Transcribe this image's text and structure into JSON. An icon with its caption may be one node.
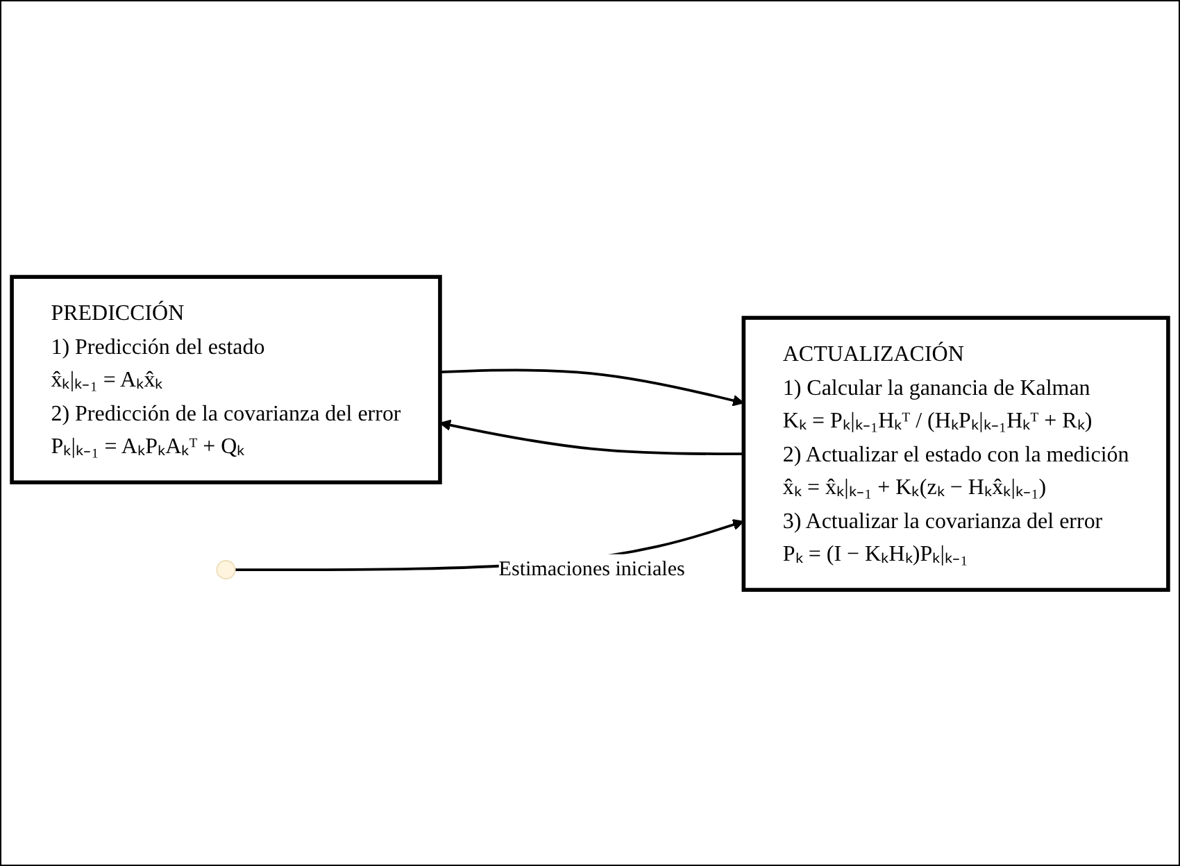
{
  "diagram": {
    "nodes": [
      {
        "text": [
          "PREDICCIÓN",
          "1) Predicción del estado",
          "x̂ₖ|ₖ₋₁ = Aₖx̂ₖ",
          "2) Predicción de la covarianza del error",
          "Pₖ|ₖ₋₁ = AₖPₖAₖᵀ + Qₖ"
        ]
      },
      {
        "text": [
          "ACTUALIZACIÓN",
          "1) Calcular la ganancia de Kalman",
          "Kₖ = Pₖ|ₖ₋₁Hₖᵀ / (HₖPₖ|ₖ₋₁Hₖᵀ + Rₖ)",
          "2) Actualizar el estado con la medición",
          "x̂ₖ = x̂ₖ|ₖ₋₁ + Kₖ(zₖ − Hₖx̂ₖ|ₖ₋₁)",
          "3) Actualizar la covarianza del error",
          "Pₖ = (I − KₖHₖ)Pₖ|ₖ₋₁"
        ]
      },
      {
        "text": [],
        "shape": "circle"
      }
    ],
    "edges": [
      {
        "from": 0,
        "to": 1,
        "arrow": "to"
      },
      {
        "from": 1,
        "to": 0,
        "arrow": "to"
      },
      {
        "from": 2,
        "to": 1,
        "arrow": "to",
        "label": "Estimaciones iniciales"
      }
    ]
  }
}
